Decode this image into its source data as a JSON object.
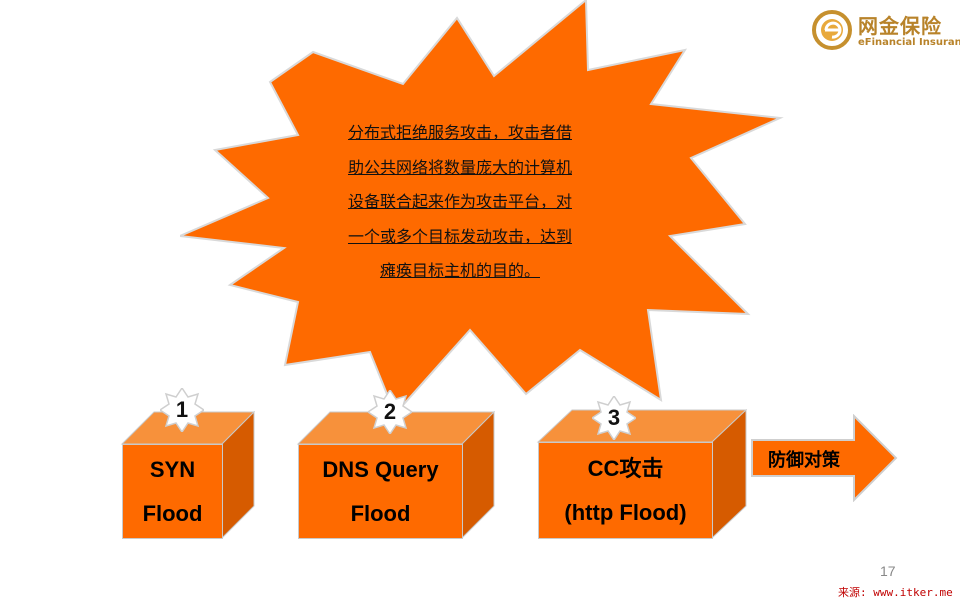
{
  "logo": {
    "name_cn": "网金保险",
    "name_en": "eFinancial Insurance",
    "color": "#b8832a"
  },
  "burst": {
    "text": "分布式拒绝服务攻击，攻击者借助公共网络将数量庞大的计算机设备联合起来作为攻击平台，对一个或多个目标发动攻击，达到瘫痪目标主机的目的。",
    "fill_color": "#fe6a00"
  },
  "attacks": [
    {
      "number": "1",
      "line1": "SYN",
      "line2": "Flood"
    },
    {
      "number": "2",
      "line1": "DNS Query",
      "line2": "Flood"
    },
    {
      "number": "3",
      "line1": "CC攻击",
      "line2": "(http Flood)"
    }
  ],
  "defense": {
    "label": "防御对策"
  },
  "footer": {
    "page_number": "17",
    "source": "来源: www.itker.me"
  },
  "colors": {
    "front": "#fe6a00",
    "top": "#f7913b",
    "side": "#d65b00",
    "outline": "#c9c9c9"
  }
}
